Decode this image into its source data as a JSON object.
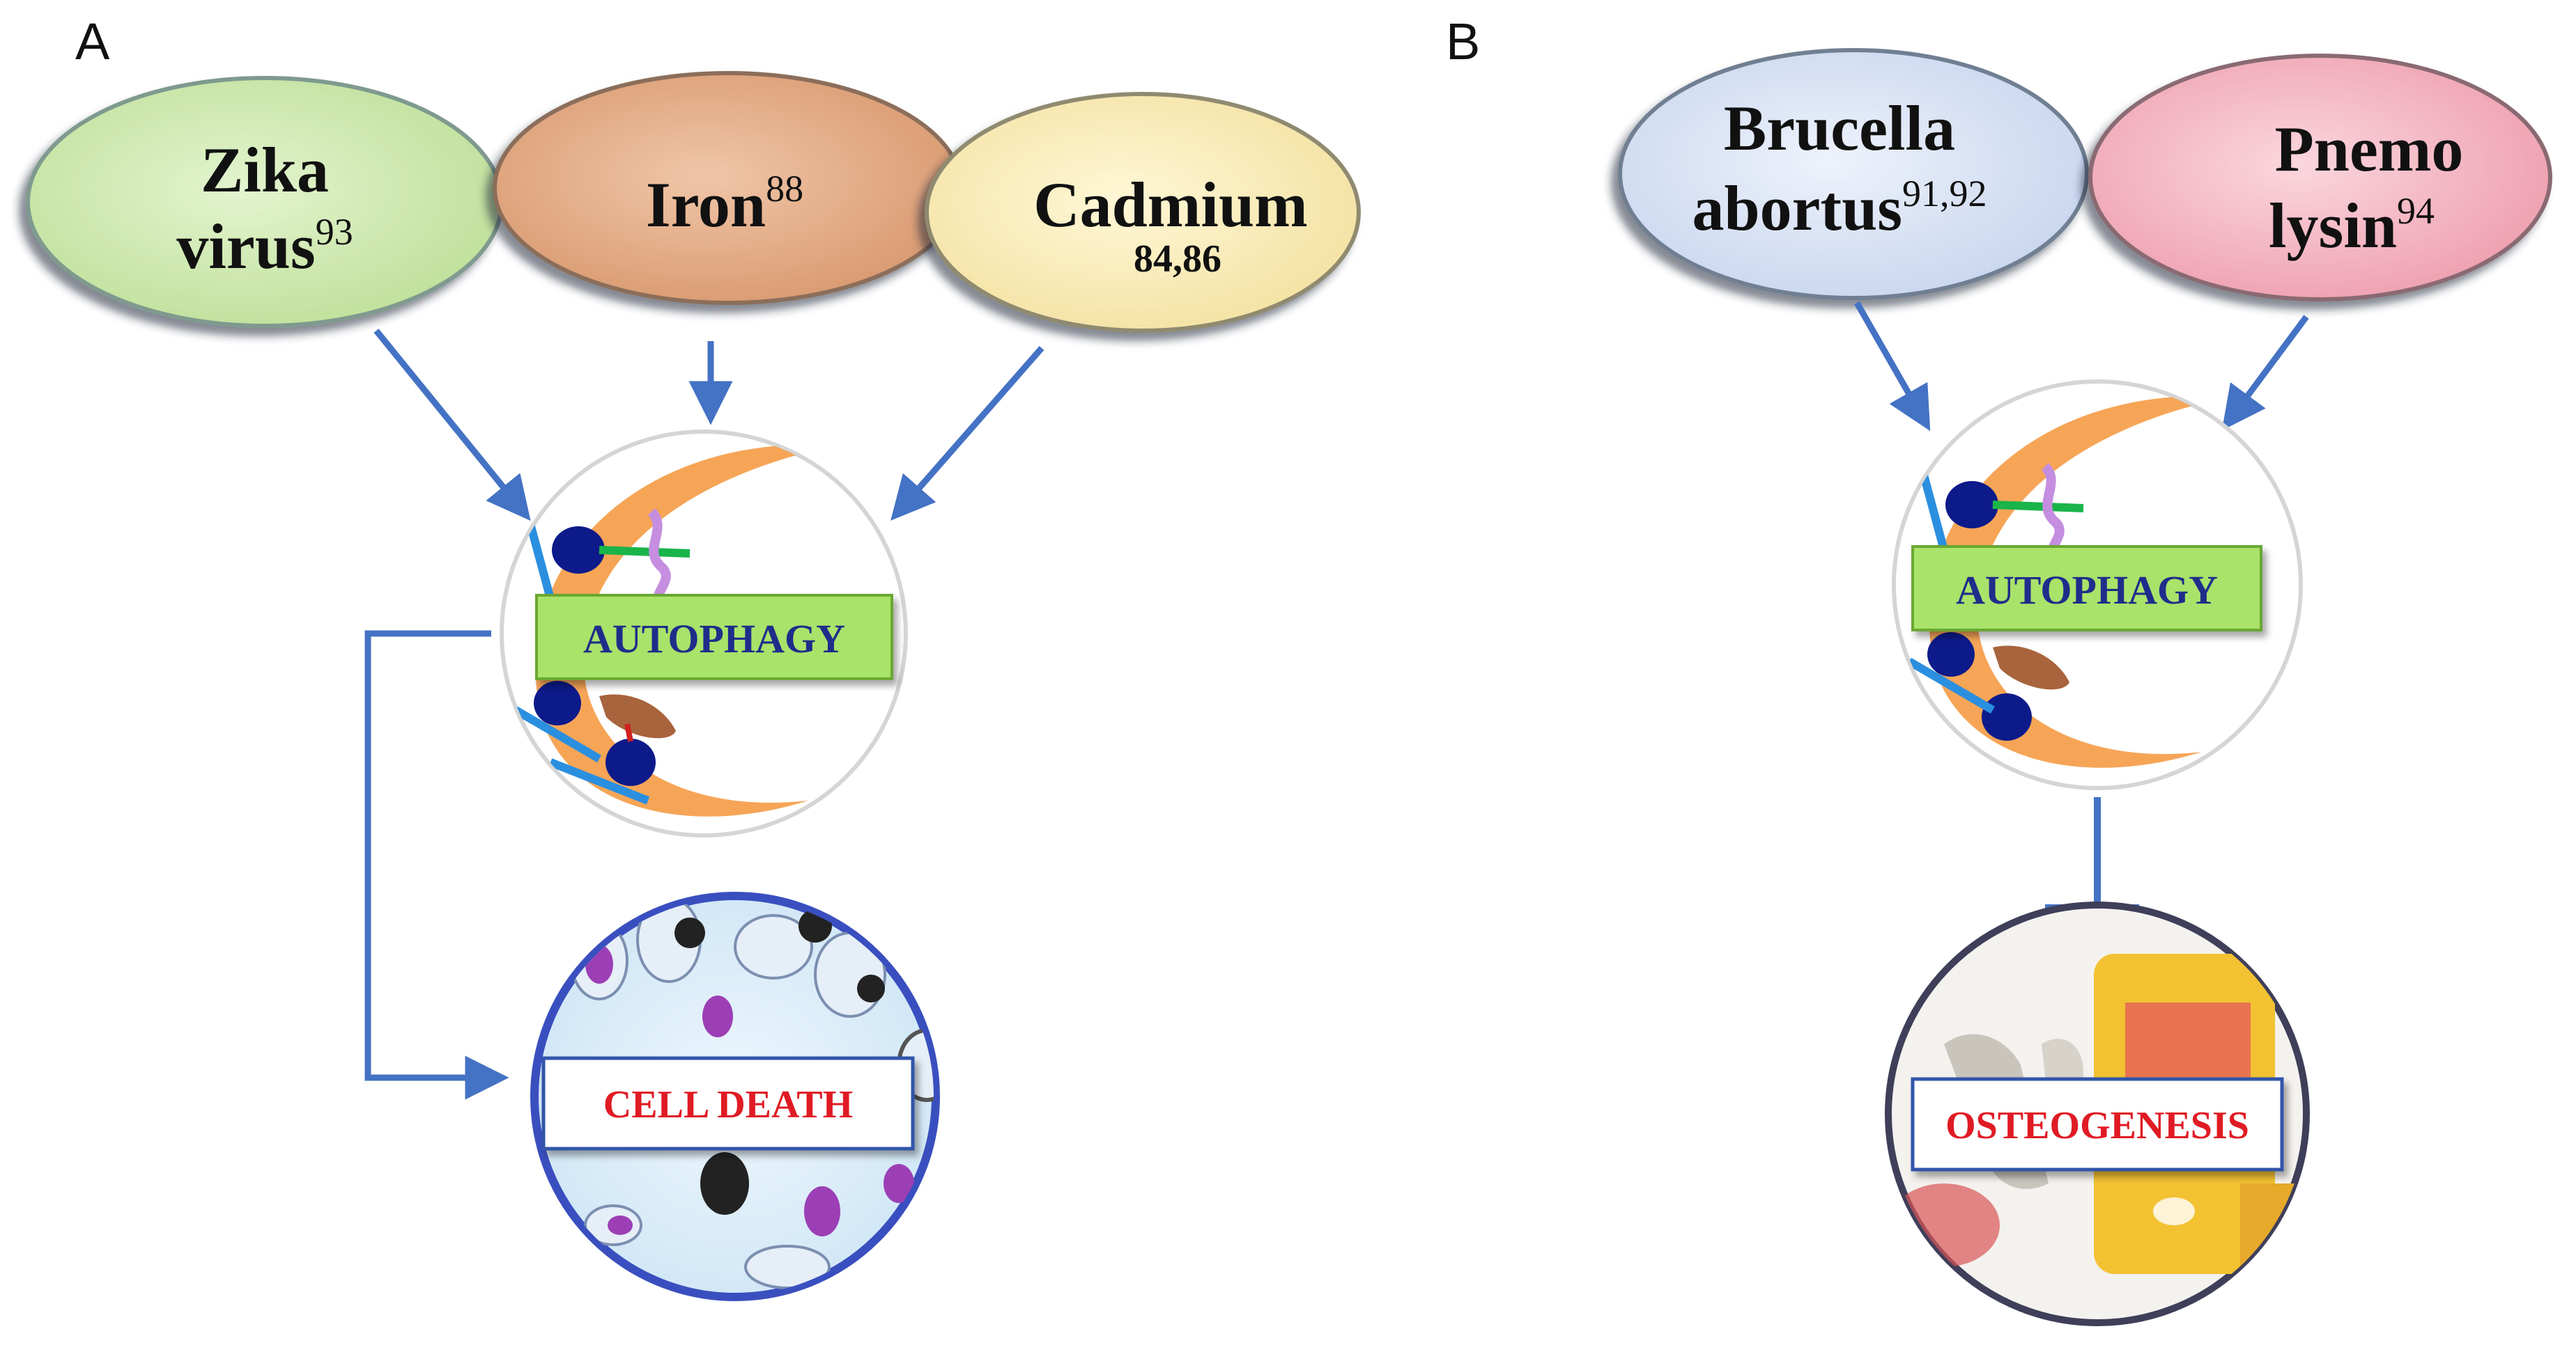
{
  "panels": [
    {
      "letter": "A",
      "causes": [
        {
          "line1": "Zika",
          "line2": "virus",
          "sup2": "93",
          "fill": "#d4ecb8"
        },
        {
          "line1": "Iron",
          "sup1": "88",
          "fill": "#e6b493"
        },
        {
          "line1": "Cadmium",
          "line2sub": "84,86",
          "fill": "#fbefbd"
        }
      ],
      "hub_label": "AUTOPHAGY",
      "outcome_label": "CELL DEATH",
      "relation": "activation"
    },
    {
      "letter": "B",
      "causes": [
        {
          "line1": "Brucella",
          "line2": "abortus",
          "sup2": "91,92",
          "fill": "#dde6f6"
        },
        {
          "line1": "Pnemo",
          "line2": "lysin",
          "sup2": "94",
          "fill": "#f6c2cc"
        }
      ],
      "hub_label": "AUTOPHAGY",
      "outcome_label": "OSTEOGENESIS",
      "relation": "inhibition"
    }
  ],
  "colors": {
    "arrow": "#4472c4",
    "hub_label_bg": "#a9e36a",
    "hub_label_text": "#1f2d8a",
    "outcome_text": "#e01b24",
    "outcome_border": "#3355aa"
  }
}
